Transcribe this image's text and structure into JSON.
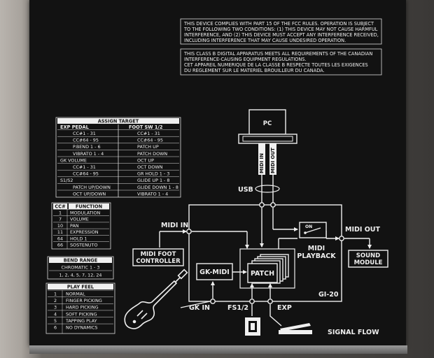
{
  "fcc": {
    "lines": [
      "THIS DEVICE COMPLIES WITH PART 15 OF THE FCC RULES. OPERATION IS SUBJECT",
      "TO THE FOLLOWING TWO CONDITIONS: (1) THIS DEVICE MAY NOT CAUSE HARMFUL",
      "INTERFERENCE, AND (2) THIS DEVICE MUST ACCEPT ANY INTERFERENCE RECEIVED,",
      "INCLUDING INTERFERENCE THAT MAY CAUSE UNDESIRED OPERATION."
    ]
  },
  "canada": {
    "lines": [
      "THIS CLASS B DIGITAL APPARATUS MEETS ALL REQUIREMENTS OF THE CANADIAN",
      "INTERFERENCE-CAUSING EQUIPMENT REGULATIONS.",
      "CET APPAREIL NUMERIQUE DE LA CLASSE B RESPECTE TOUTES LES EXIGENCES",
      "DU REGLEMENT SUR LE MATERIEL BROUILLEUR DU CANADA."
    ]
  },
  "assign_target": {
    "title": "ASSIGN TARGET",
    "exp_pedal": "EXP PEDAL",
    "foot_sw": "FOOT SW 1/2",
    "left_rows": [
      "CC#1 - 31",
      "CC#64 - 95",
      "P.BEND 1 - 6",
      "VIBRATO 1 - 4",
      "GK VOLUME",
      "CC#1 - 31",
      "CC#64 - 95",
      "S1/S2",
      "PATCH UP/DOWN",
      "OCT UP/DOWN"
    ],
    "right_rows": [
      "CC#1 - 31",
      "CC#64 - 95",
      "PATCH UP",
      "PATCH DOWN",
      "OCT UP",
      "OCT DOWN",
      "GR HOLD 1 - 3",
      "GLIDE UP 1 - 8",
      "GLIDE DOWN 1 - 8",
      "VIBRATO 1 - 4"
    ]
  },
  "cc_table": {
    "header_cc": "CC#",
    "header_function": "FUNCTION",
    "rows": [
      {
        "cc": "1",
        "fn": "MODULATION"
      },
      {
        "cc": "7",
        "fn": "VOLUME"
      },
      {
        "cc": "10",
        "fn": "PAN"
      },
      {
        "cc": "11",
        "fn": "EXPRESSION"
      },
      {
        "cc": "64",
        "fn": "HOLD 1"
      },
      {
        "cc": "66",
        "fn": "SOSTENUTO"
      }
    ]
  },
  "bend_range": {
    "title": "BEND RANGE",
    "rows": [
      "CHROMATIC 1 - 3",
      "1, 2, 4, 5, 7, 12, 24"
    ]
  },
  "play_feel": {
    "title": "PLAY FEEL",
    "rows": [
      {
        "n": "1",
        "label": "NORMAL"
      },
      {
        "n": "2",
        "label": "FINGER PICKING"
      },
      {
        "n": "3",
        "label": "HARD PICKING"
      },
      {
        "n": "4",
        "label": "SOFT PICKING"
      },
      {
        "n": "5",
        "label": "TAPPING PLAY"
      },
      {
        "n": "6",
        "label": "NO DYNAMICS"
      }
    ]
  },
  "diagram": {
    "pc": "PC",
    "midi_in_v": "MIDI IN",
    "midi_out_v": "MIDI OUT",
    "usb": "USB",
    "midi_in": "MIDI IN",
    "midi_out": "MIDI OUT",
    "on": "ON",
    "midi_playback_1": "MIDI",
    "midi_playback_2": "PLAYBACK",
    "midi_foot_1": "MIDI FOOT",
    "midi_foot_2": "CONTROLLER",
    "sound_module_1": "SOUND",
    "sound_module_2": "MODULE",
    "gk_midi": "GK-MIDI",
    "patch": "PATCH",
    "model": "GI-20",
    "gk_in": "GK IN",
    "fs": "FS1/2",
    "exp": "EXP",
    "signal_flow": "SIGNAL FLOW"
  }
}
